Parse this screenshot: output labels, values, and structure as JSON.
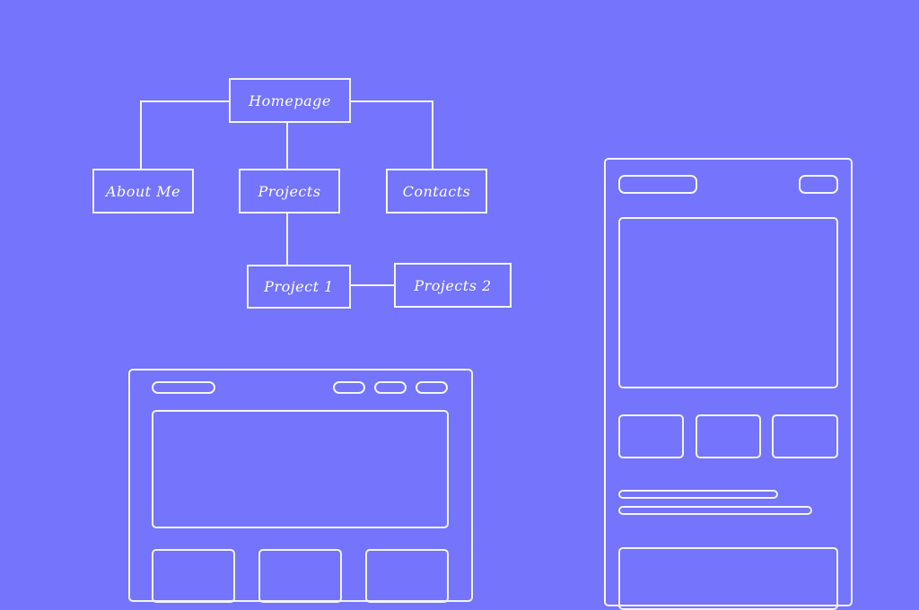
{
  "colors": {
    "background": "#7474FC",
    "stroke": "#F4F4FF",
    "text": "#FFFFFF"
  },
  "sitemap": {
    "root": {
      "label": "Homepage"
    },
    "level1": [
      {
        "label": "About Me"
      },
      {
        "label": "Projects"
      },
      {
        "label": "Contacts"
      }
    ],
    "level2": [
      {
        "label": "Project 1"
      },
      {
        "label": "Projects 2"
      }
    ],
    "edges": [
      [
        "Homepage",
        "About Me"
      ],
      [
        "Homepage",
        "Projects"
      ],
      [
        "Homepage",
        "Contacts"
      ],
      [
        "Projects",
        "Project 1"
      ],
      [
        "Project 1",
        "Projects 2"
      ]
    ]
  },
  "desktop_wireframe": {
    "header": {
      "logo_placeholder": "logo-pill",
      "nav_placeholders": 3
    },
    "hero_placeholder": "hero-block",
    "card_placeholders": 3
  },
  "mobile_wireframe": {
    "header": {
      "logo_placeholder": "logo-pill",
      "menu_placeholder": "menu-pill"
    },
    "hero_placeholder": "hero-block",
    "card_placeholders": 3,
    "text_line_placeholders": 2,
    "footer_block_placeholder": "content-block"
  }
}
